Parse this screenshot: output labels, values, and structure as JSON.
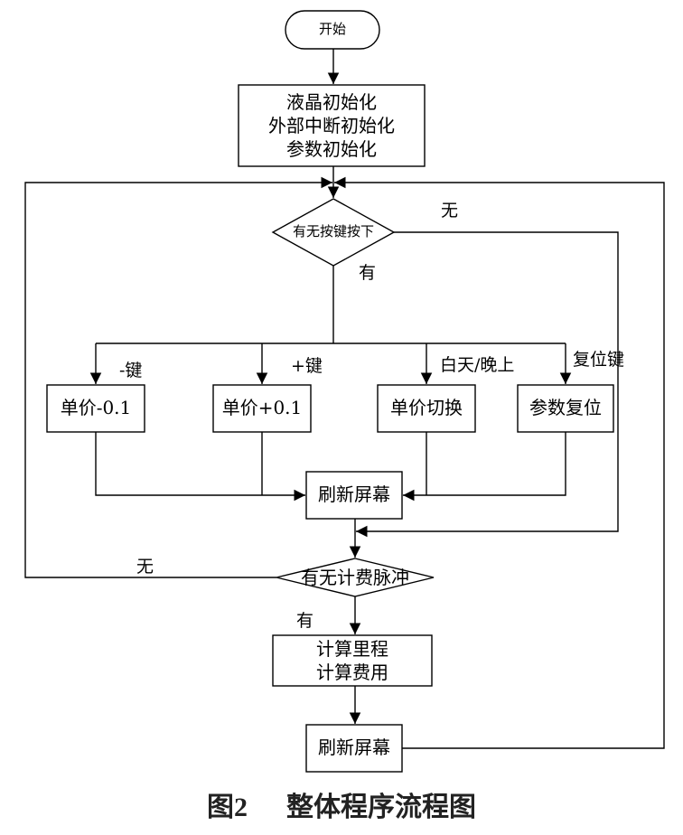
{
  "nodes": {
    "start": "开始",
    "init": [
      "液晶初始化",
      "外部中断初始化",
      "参数初始化"
    ],
    "key_check": "有无按键按下",
    "price_minus": "单价-0.1",
    "price_plus": "单价+0.1",
    "price_switch": "单价切换",
    "param_reset": "参数复位",
    "refresh_1": "刷新屏幕",
    "pulse_check": "有无计费脉冲",
    "calculate": [
      "计算里程",
      "计算费用"
    ],
    "refresh_2": "刷新屏幕"
  },
  "edge_labels": {
    "key_no": "无",
    "key_yes": "有",
    "minus_key": "-键",
    "plus_key": "+键",
    "day_night": "白天/晚上",
    "reset_key": "复位键",
    "pulse_no": "无",
    "pulse_yes": "有"
  },
  "caption": {
    "figure": "图2",
    "title": "整体程序流程图"
  }
}
